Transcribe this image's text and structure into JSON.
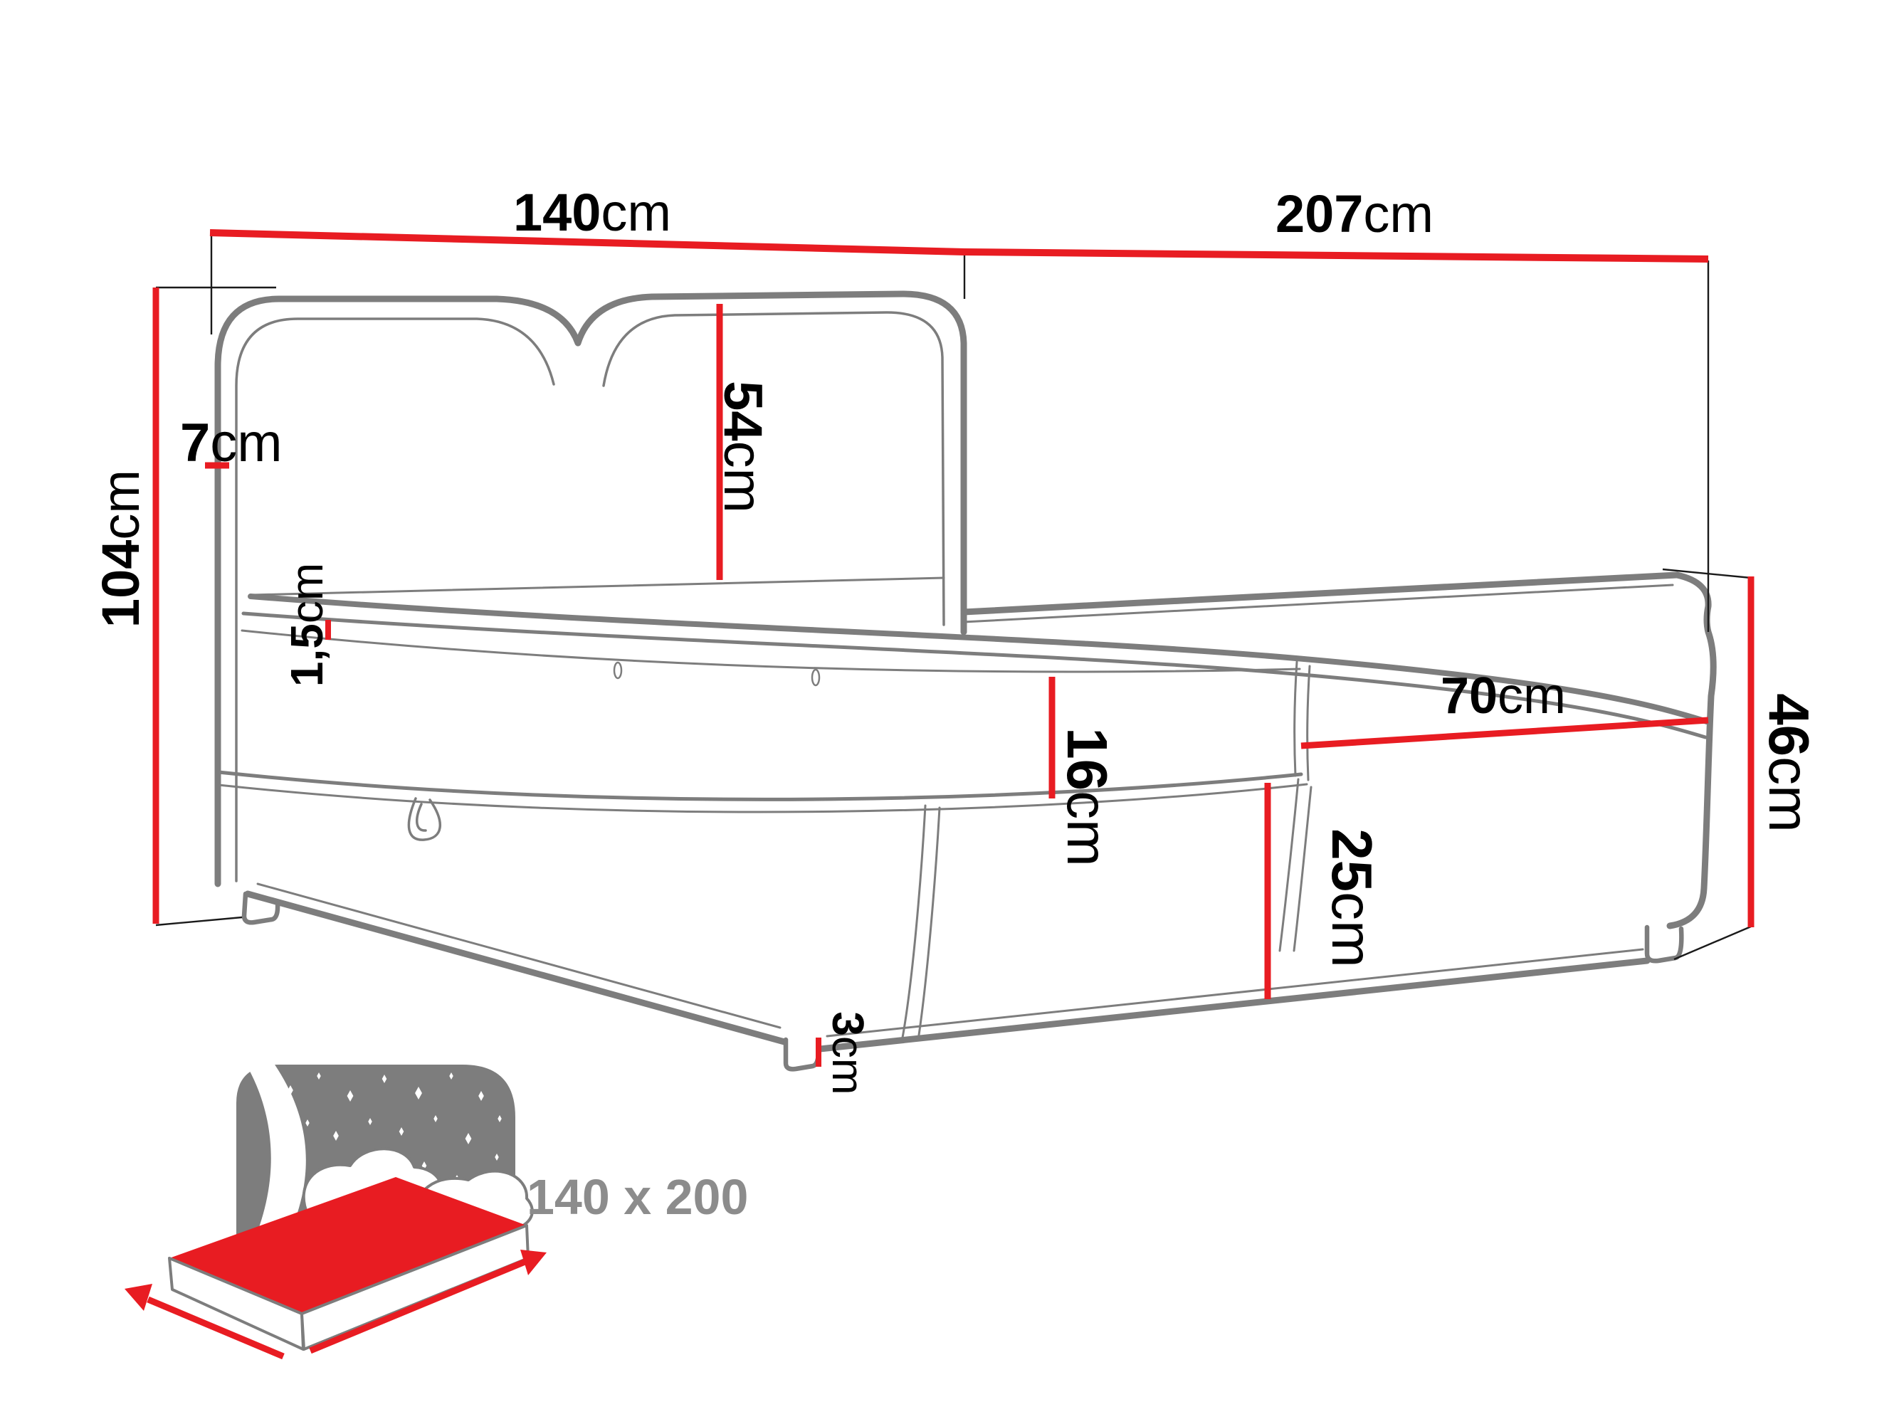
{
  "diagram": {
    "type": "furniture-dimension-drawing",
    "subject": "upholstered storage bed with headboard",
    "accent_color": "#e81c22",
    "outline_color": "#7d7d7d",
    "dimensions": {
      "width_top": {
        "num": "140",
        "unit": "cm"
      },
      "length_top": {
        "num": "207",
        "unit": "cm"
      },
      "headboard_height": {
        "num": "104",
        "unit": "cm"
      },
      "headboard_thickness": {
        "num": "7",
        "unit": "cm"
      },
      "headboard_panel": {
        "num": "54",
        "unit": "cm"
      },
      "topper_edge": {
        "num": "1,5",
        "unit": "cm"
      },
      "top_box_height": {
        "num": "16",
        "unit": "cm"
      },
      "foot_panel_width": {
        "num": "70",
        "unit": "cm"
      },
      "base_box_height": {
        "num": "25",
        "unit": "cm"
      },
      "side_height": {
        "num": "46",
        "unit": "cm"
      },
      "leg_height": {
        "num": "3",
        "unit": "cm"
      }
    },
    "size_badge": {
      "label": "140 x 200",
      "color": "#8c8c8c"
    }
  }
}
